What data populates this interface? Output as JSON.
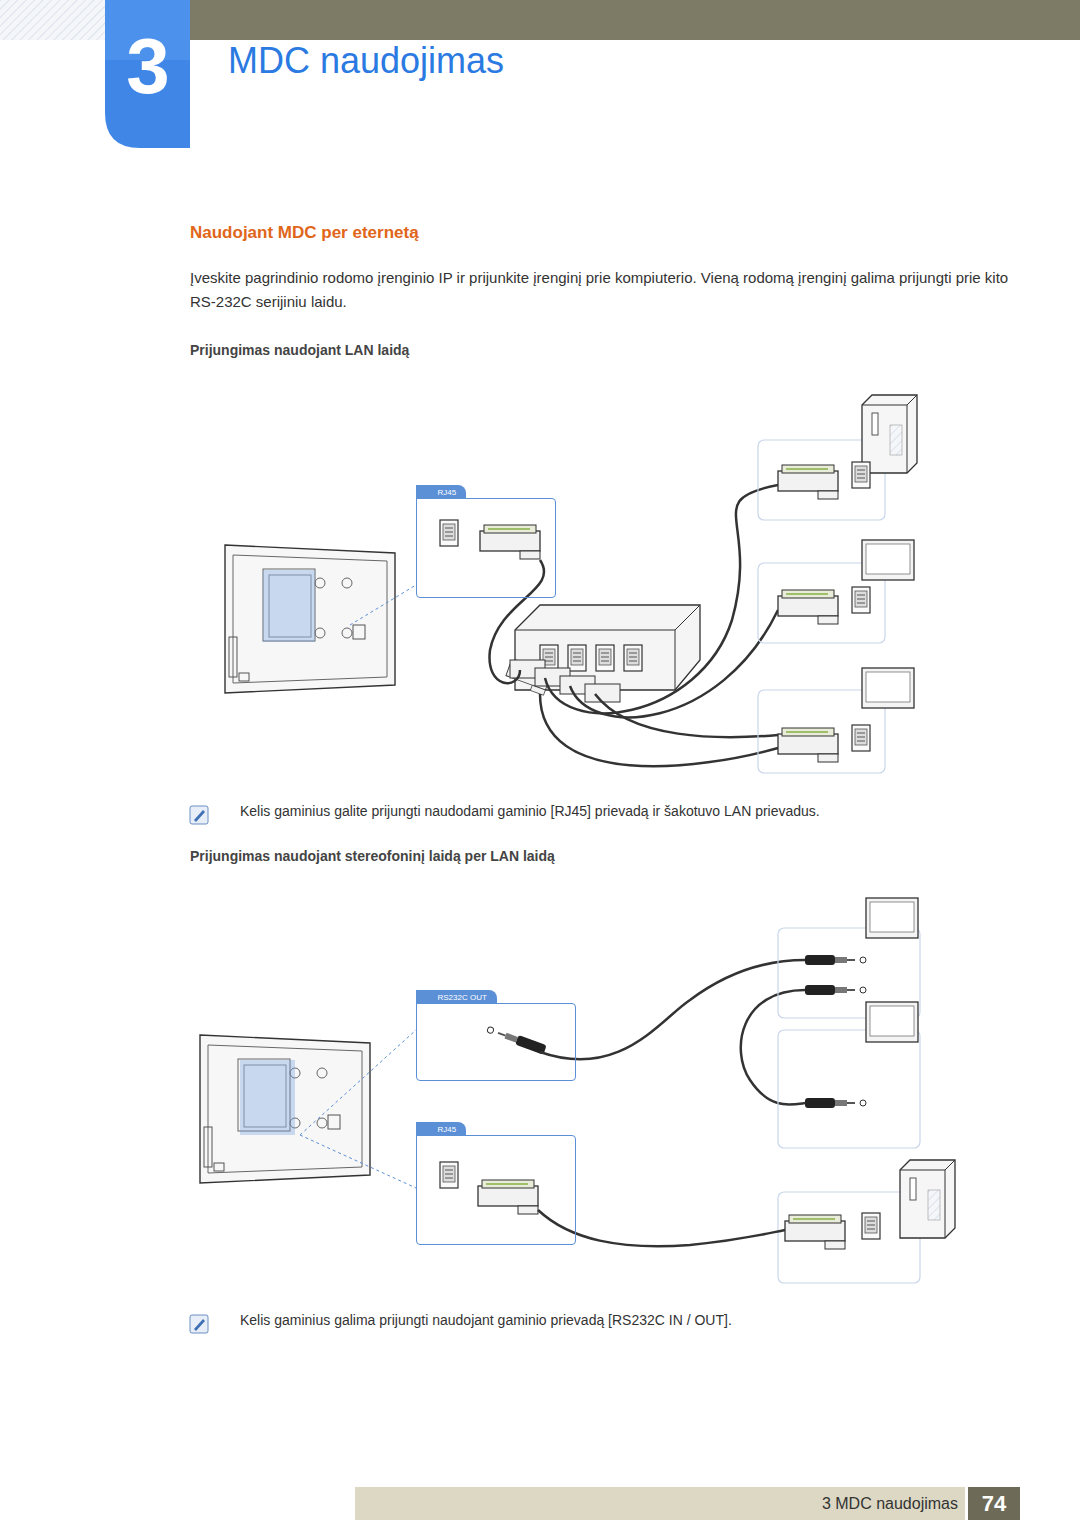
{
  "diagram": {
    "title": "MDC naudojimas",
    "nodes": [
      {
        "text": [
          "RJ45"
        ]
      },
      {
        "text": [
          "RS232C OUT"
        ]
      },
      {
        "text": [
          "RJ45"
        ]
      }
    ],
    "labels": [
      "3",
      "Naudojant MDC per eternetą",
      "Įveskite pagrindinio rodomo įrenginio IP ir prijunkite įrenginį prie kompiuterio. Vieną rodomą įrenginį galima prijungti prie kito RS-232C serijiniu laidu.",
      "Prijungimas naudojant LAN laidą",
      "Kelis gaminius galite prijungti naudodami gaminio [RJ45] prievadą ir šakotuvo LAN prievadus.",
      "Prijungimas naudojant stereofoninį laidą per LAN laidą",
      "Kelis gaminius galima prijungti naudojant gaminio prievadą [RS232C IN / OUT].",
      "3 MDC naudojimas",
      "74"
    ]
  }
}
